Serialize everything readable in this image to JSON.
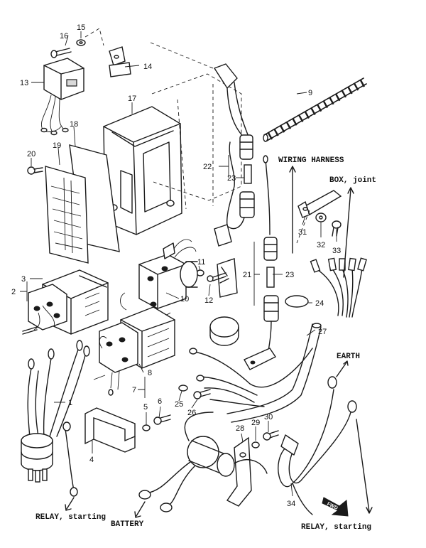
{
  "callouts": {
    "n1": "1",
    "n2": "2",
    "n3": "3",
    "n4": "4",
    "n5": "5",
    "n6": "6",
    "n7": "7",
    "n8": "8",
    "n9": "9",
    "n10": "10",
    "n11": "11",
    "n12": "12",
    "n13": "13",
    "n14": "14",
    "n15": "15",
    "n16": "16",
    "n17": "17",
    "n18": "18",
    "n19": "19",
    "n20": "20",
    "n21": "21",
    "n22": "22",
    "n23a": "23",
    "n23b": "23",
    "n24": "24",
    "n25": "25",
    "n26": "26",
    "n27": "27",
    "n28": "28",
    "n29": "29",
    "n30": "30",
    "n31": "31",
    "n32": "32",
    "n33": "33",
    "n34": "34"
  },
  "labels": {
    "wiring_harness": "WIRING HARNESS",
    "box_joint": "BOX, joint",
    "earth": "EARTH",
    "relay_starting_left": "RELAY, starting",
    "battery": "BATTERY",
    "relay_starting_right": "RELAY, starting",
    "fwd": "FWD"
  }
}
